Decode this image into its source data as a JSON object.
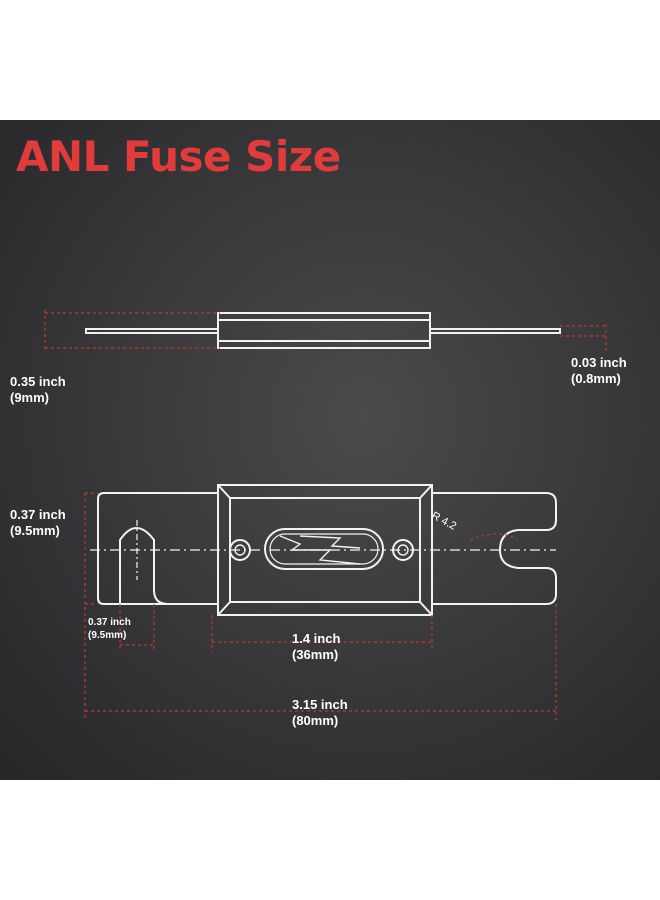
{
  "title": "ANL Fuse Size",
  "colors": {
    "accent": "#e23b3b",
    "dim_line": "#c0392b",
    "outline": "#f2f2f2",
    "background": "#3a3a3c"
  },
  "side_view": {
    "thickness": {
      "inch": "0.35 inch",
      "mm": "(9mm)"
    },
    "blade": {
      "inch": "0.03 inch",
      "mm": "(0.8mm)"
    }
  },
  "top_view": {
    "height": {
      "inch": "0.37 inch",
      "mm": "(9.5mm)"
    },
    "slot": {
      "inch": "0.37 inch",
      "mm": "(9.5mm)"
    },
    "radius_label": "R 4.2",
    "body_width": {
      "inch": "1.4 inch",
      "mm": "(36mm)"
    },
    "total_length": {
      "inch": "3.15 inch",
      "mm": "(80mm)"
    }
  }
}
